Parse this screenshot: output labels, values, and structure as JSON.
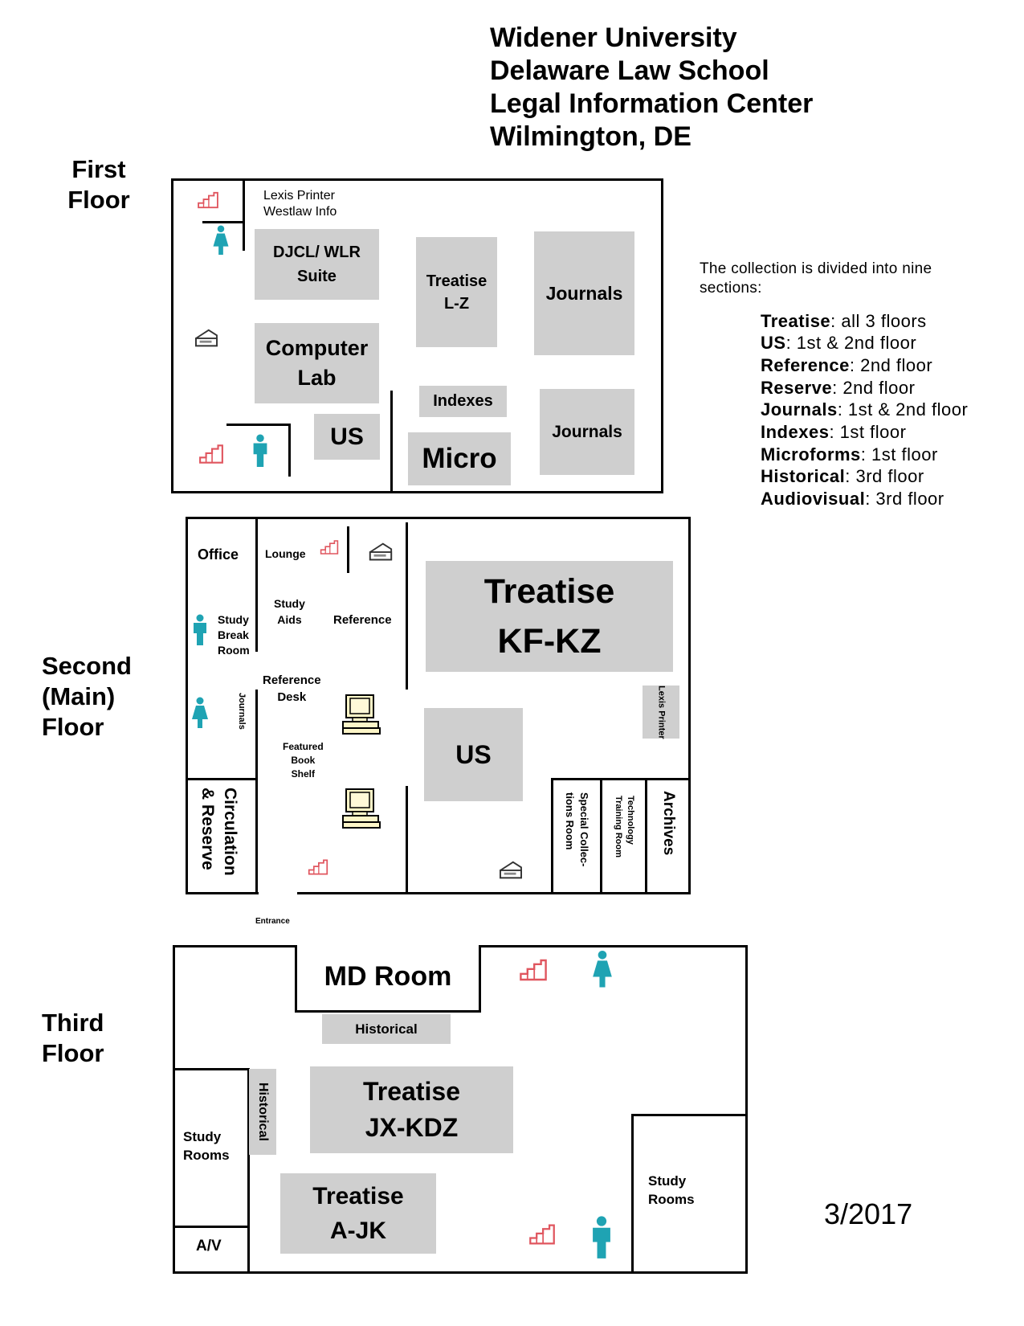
{
  "header": {
    "lines": [
      "Widener University",
      "Delaware Law School",
      "Legal Information Center",
      "Wilmington, DE"
    ]
  },
  "floors": {
    "first": {
      "label_lines": [
        "First",
        "Floor"
      ],
      "printer_info": [
        "Lexis Printer",
        "Westlaw Info"
      ],
      "djcl": [
        "DJCL/ WLR",
        "Suite"
      ],
      "computer_lab": [
        "Computer",
        "Lab"
      ],
      "us": "US",
      "treatise": [
        "Treatise",
        "L-Z"
      ],
      "journals_top": "Journals",
      "indexes": "Indexes",
      "micro": "Micro",
      "journals_bottom": "Journals"
    },
    "second": {
      "label_lines": [
        "Second",
        "(Main)",
        "Floor"
      ],
      "office": "Office",
      "lounge": "Lounge",
      "study_aids": [
        "Study",
        "Aids"
      ],
      "reference": "Reference",
      "study_break": [
        "Study",
        "Break",
        "Room"
      ],
      "reference_desk": [
        "Reference",
        "Desk"
      ],
      "journals_vertical": "Journals",
      "featured_shelf": [
        "Featured",
        "Book",
        "Shelf"
      ],
      "treatise": [
        "Treatise",
        "KF-KZ"
      ],
      "lexis_printer": [
        "Lexis",
        "Printer"
      ],
      "us": "US",
      "circulation": [
        "Circulation",
        "& Reserve"
      ],
      "special_collections": [
        "Special Collec-",
        "tions Room"
      ],
      "technology_training": [
        "Technology",
        "Training Room"
      ],
      "archives": "Archives",
      "entrance": "Entrance"
    },
    "third": {
      "label_lines": [
        "Third",
        "Floor"
      ],
      "md_room": "MD Room",
      "historical_top": "Historical",
      "historical_vertical": "Historical",
      "treatise_jx": [
        "Treatise",
        "JX-KDZ"
      ],
      "treatise_ajk": [
        "Treatise",
        "A-JK"
      ],
      "study_rooms_left": [
        "Study",
        "Rooms"
      ],
      "study_rooms_right": [
        "Study",
        "Rooms"
      ],
      "av": "A/V"
    }
  },
  "legend": {
    "intro_lines": [
      "The collection is divided into nine",
      "sections:"
    ],
    "items": [
      {
        "name": "Treatise",
        "detail": ": all 3 floors"
      },
      {
        "name": "US",
        "detail": ": 1st & 2nd floor"
      },
      {
        "name": "Reference",
        "detail": ": 2nd floor"
      },
      {
        "name": "Reserve",
        "detail": ": 2nd floor"
      },
      {
        "name": "Journals",
        "detail": ": 1st & 2nd floor"
      },
      {
        "name": "Indexes",
        "detail": ": 1st floor"
      },
      {
        "name": "Microforms",
        "detail": ": 1st floor"
      },
      {
        "name": "Historical",
        "detail": ": 3rd floor"
      },
      {
        "name": "Audiovisual",
        "detail": ": 3rd floor"
      }
    ]
  },
  "date": "3/2017",
  "colors": {
    "block": "#cfcfcf",
    "restroom": "#1fa3b3",
    "stairs": "#e0565f"
  },
  "icons": [
    "stairs-icon",
    "restroom-icon",
    "copier-icon",
    "computer-icon"
  ]
}
